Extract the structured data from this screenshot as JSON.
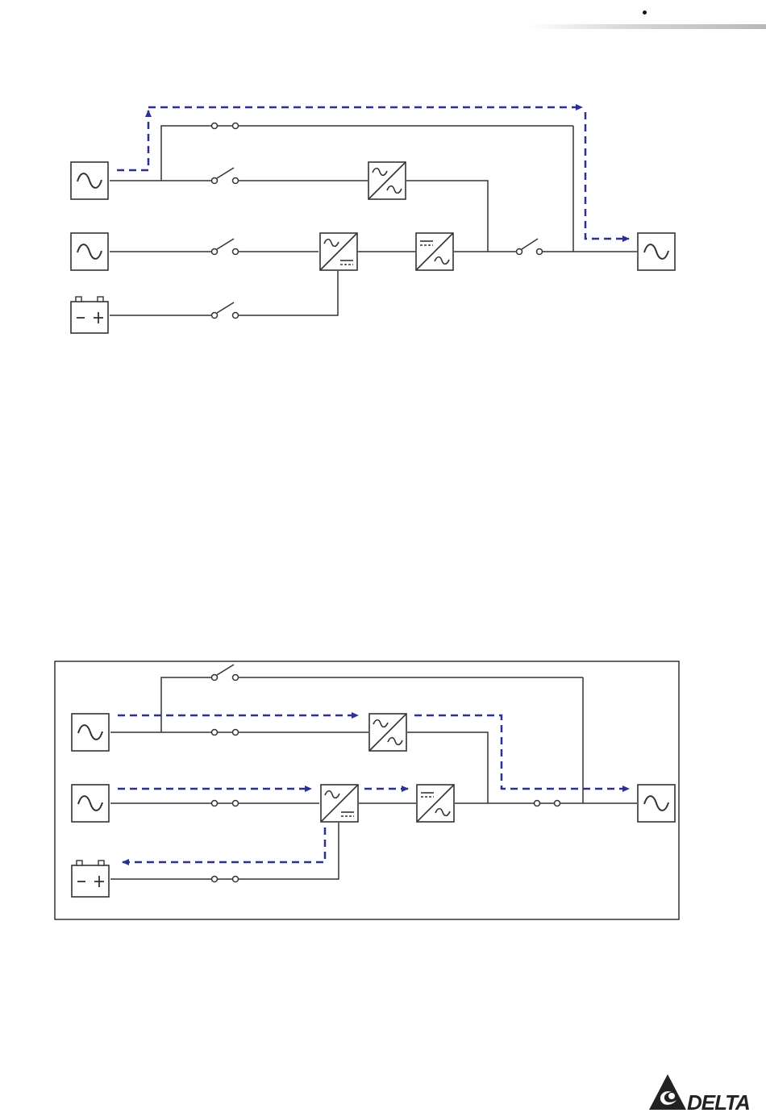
{
  "header": {
    "decoration": "gradient-rule"
  },
  "logo": {
    "icon": "delta-triangle-icon",
    "text": "DELTA"
  },
  "colors": {
    "line": "#333333",
    "flow": "#2b3190"
  },
  "diagrams": [
    {
      "id": "upper",
      "mode_flow": "bypass-to-output",
      "components": {
        "bypass_source": "ac-source",
        "main_source": "ac-source",
        "battery": "battery",
        "converters": [
          "ac-ac",
          "ac-dc",
          "dc-ac"
        ],
        "output": "ac-load"
      },
      "switch_states": {
        "bypass_top": "closed",
        "bypass_source": "open",
        "main_source": "open",
        "battery": "open",
        "output": "open"
      }
    },
    {
      "id": "lower",
      "mode_flow": "rectifier-to-inverter-and-battery-charge",
      "components": {
        "bypass_source": "ac-source",
        "main_source": "ac-source",
        "battery": "battery",
        "converters": [
          "ac-ac",
          "ac-dc",
          "dc-ac"
        ],
        "output": "ac-load"
      },
      "switch_states": {
        "bypass_top": "open",
        "bypass_source": "closed",
        "main_source": "closed",
        "battery": "closed",
        "output": "closed"
      }
    }
  ]
}
